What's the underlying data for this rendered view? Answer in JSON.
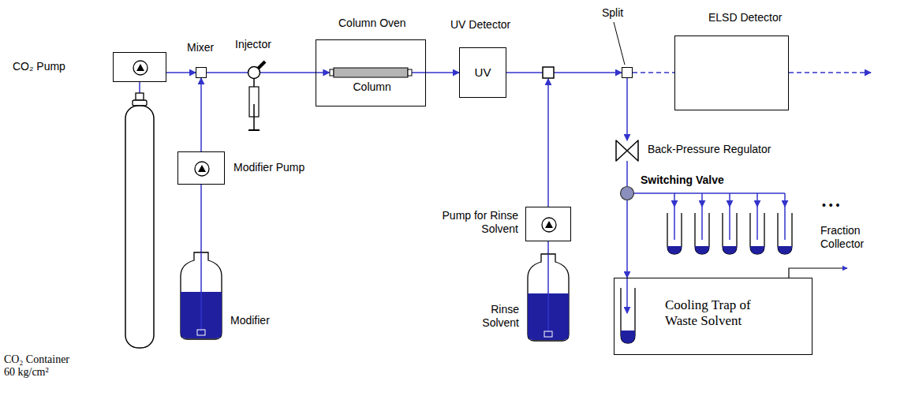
{
  "diagram": {
    "nodes": [
      {
        "text": [
          "CO₂ Container 60 kg/cm²"
        ]
      },
      {
        "text": [
          "CO₂ Pump"
        ]
      },
      {
        "text": [
          "Mixer"
        ]
      },
      {
        "text": [
          "Modifier Pump"
        ]
      },
      {
        "text": [
          "Modifier"
        ]
      },
      {
        "text": [
          "Injector"
        ]
      },
      {
        "text": [
          "Column Oven"
        ]
      },
      {
        "text": [
          "Column"
        ],
        "in": 6
      },
      {
        "text": [
          "UV Detector",
          "UV"
        ]
      },
      {
        "text": [
          "Split"
        ]
      },
      {
        "text": [
          "ELSD Detector"
        ]
      },
      {
        "text": [
          "Back-Pressure Regulator"
        ]
      },
      {
        "text": [
          "Switching Valve"
        ]
      },
      {
        "text": [
          "Fraction Collector"
        ]
      },
      {
        "text": [
          "Pump for Rinse Solvent"
        ]
      },
      {
        "text": [
          "Rinse Solvent"
        ]
      },
      {
        "text": [
          "Cooling Trap of Waste Solvent"
        ]
      }
    ],
    "edges": [
      {
        "from": 0,
        "to": 1,
        "arrow": "none"
      },
      {
        "from": 1,
        "to": 2,
        "arrow": "to"
      },
      {
        "from": 4,
        "to": 3,
        "arrow": "none"
      },
      {
        "from": 3,
        "to": 2,
        "arrow": "to"
      },
      {
        "from": 2,
        "to": 5,
        "arrow": "none"
      },
      {
        "from": 5,
        "to": 7,
        "arrow": "to"
      },
      {
        "from": 7,
        "to": 8,
        "arrow": "to"
      },
      {
        "from": 8,
        "to": 9,
        "arrow": "to"
      },
      {
        "from": 9,
        "to": 10,
        "arrow": "none"
      },
      {
        "from": 9,
        "to": 11,
        "arrow": "to"
      },
      {
        "from": 11,
        "to": 12,
        "arrow": "none"
      },
      {
        "from": 12,
        "to": 13,
        "arrow": "to"
      },
      {
        "from": 12,
        "to": 16,
        "arrow": "to"
      },
      {
        "from": 15,
        "to": 14,
        "arrow": "none"
      }
    ],
    "labels": [
      "• • •"
    ]
  }
}
